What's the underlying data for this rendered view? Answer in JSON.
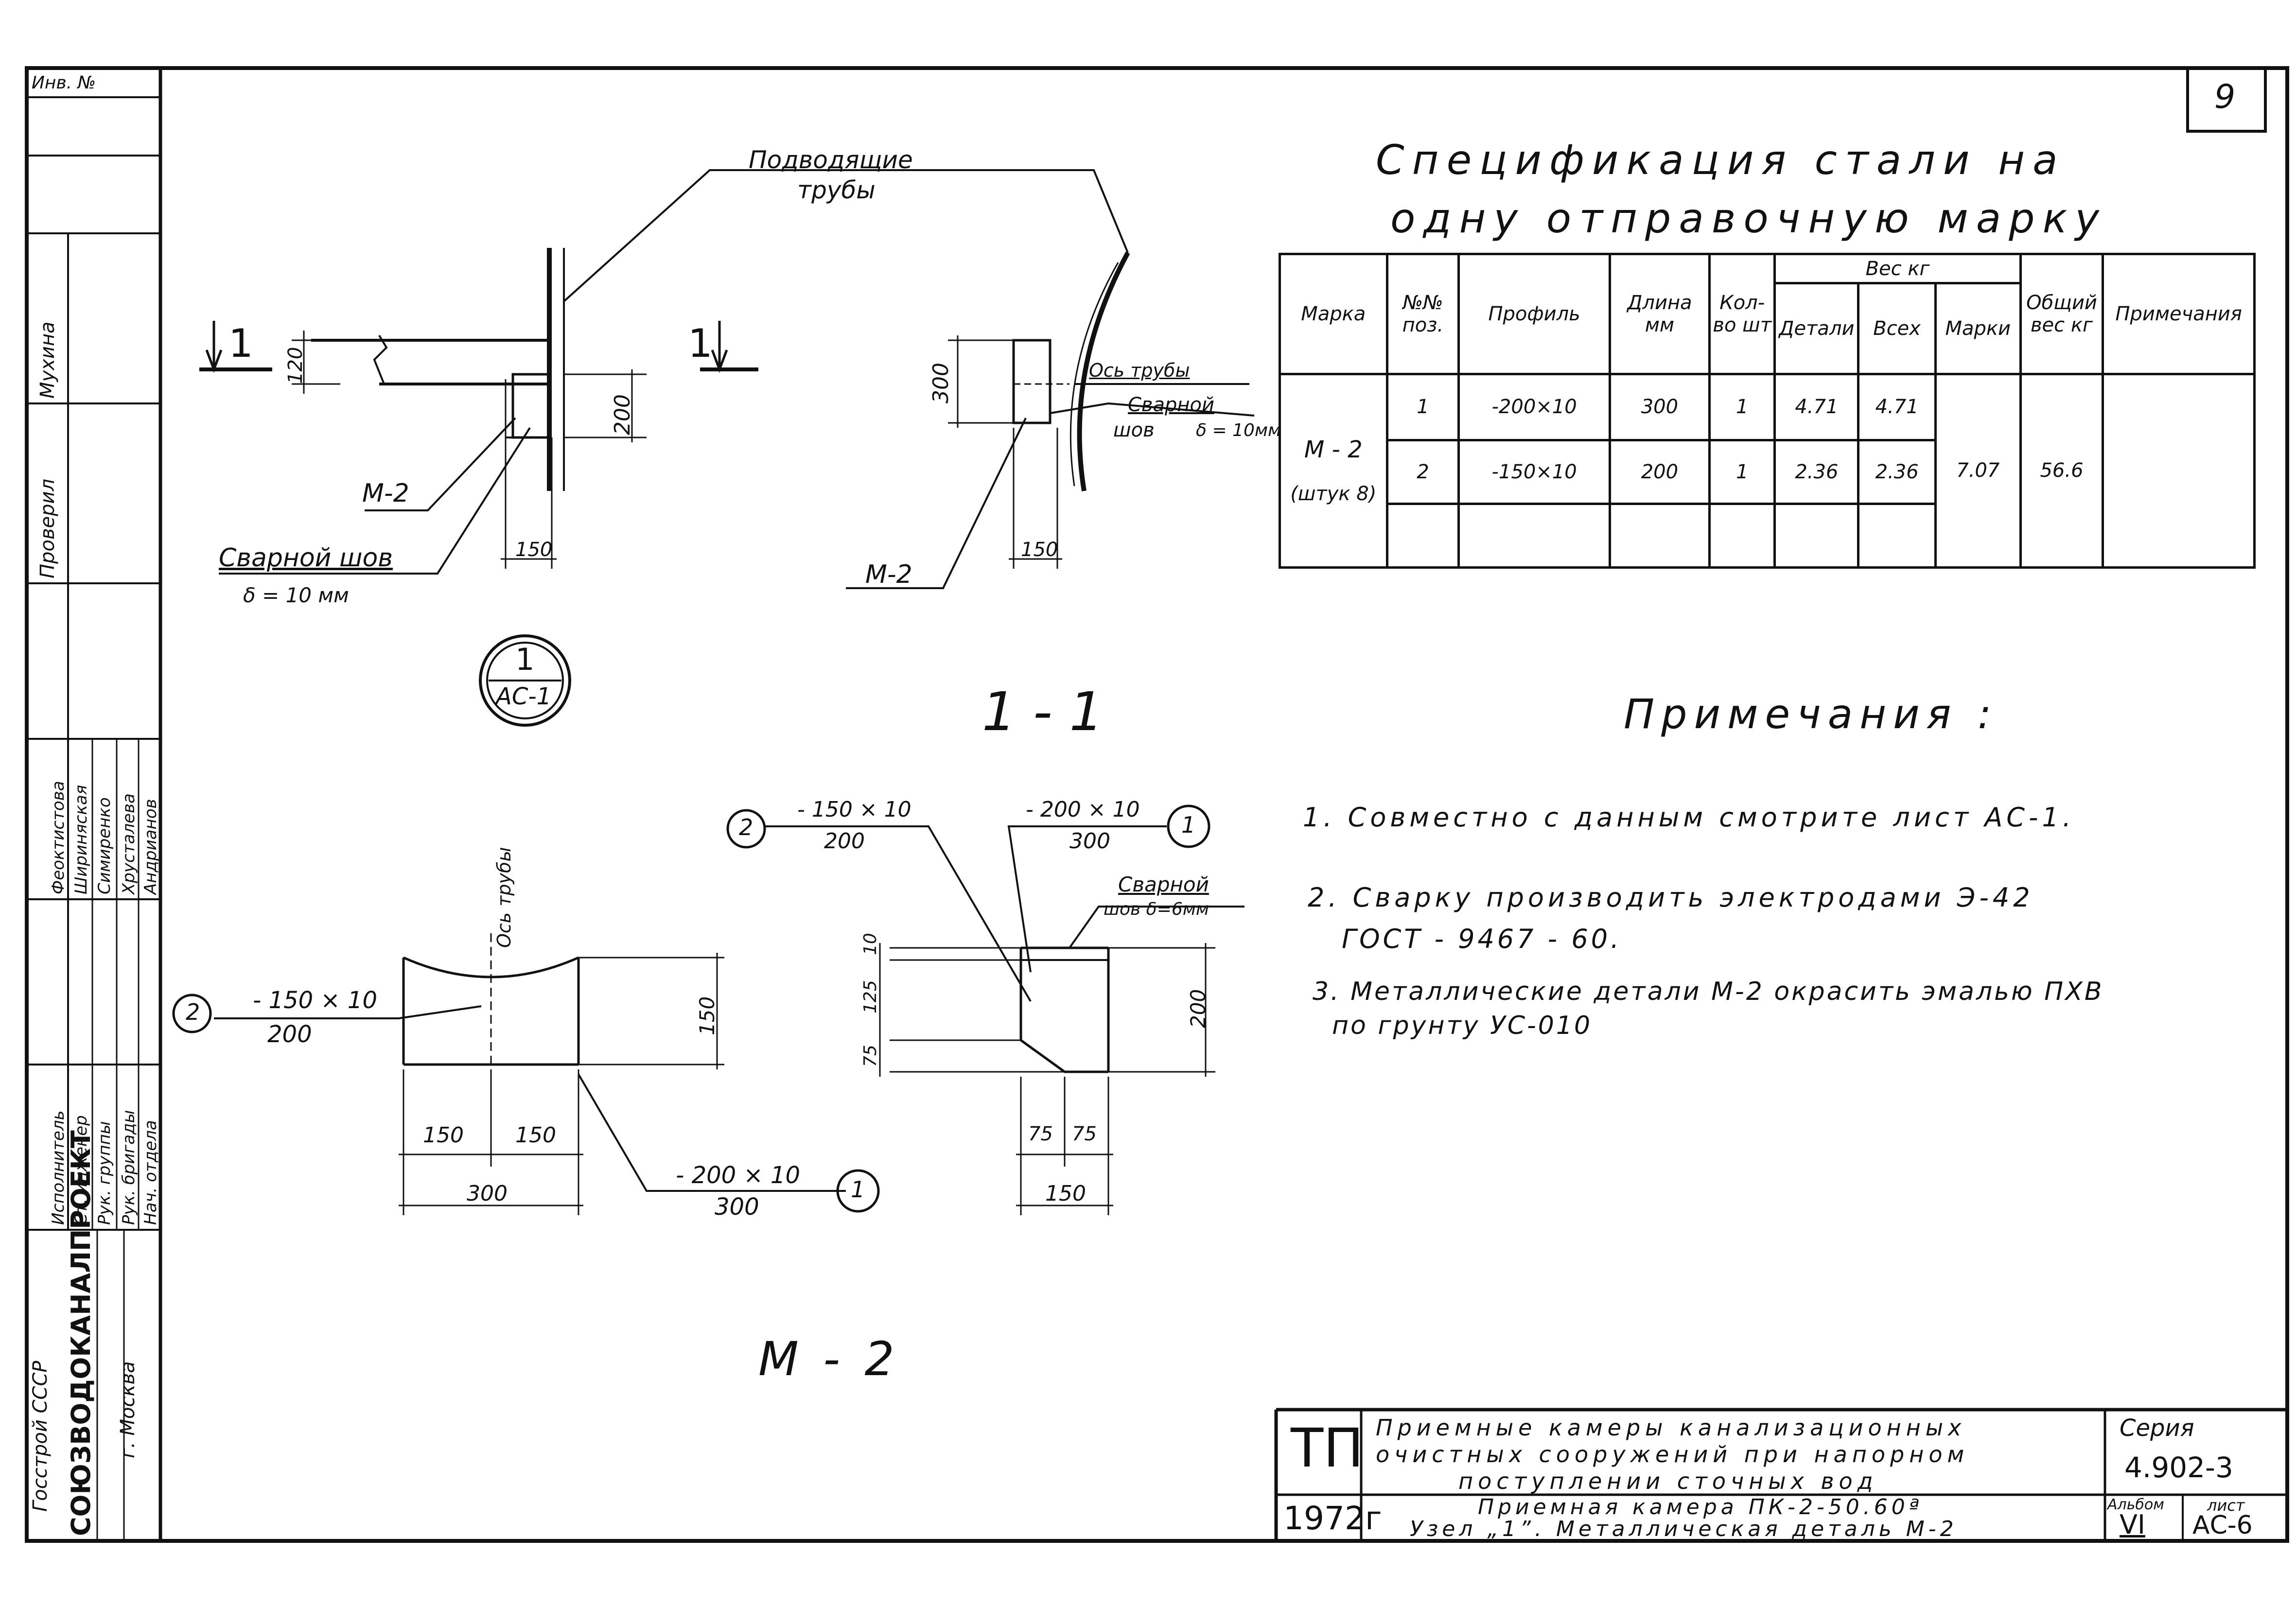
{
  "sheet": {
    "page_number": "9",
    "inv_label": "Инв. №"
  },
  "left_strip": {
    "sign_rows": [
      {
        "role": "Проверил",
        "name": "Мухина"
      },
      {
        "role": "Нач. отдела",
        "name": "Андрианов"
      },
      {
        "role": "Рук. бригады",
        "name": "Хрусталева"
      },
      {
        "role": "Рук. группы",
        "name": "Симиренко"
      },
      {
        "role": "Ст. инженер",
        "name": "Шириняская"
      },
      {
        "role": "Исполнитель",
        "name": "Феоктистова"
      }
    ],
    "org_1": "Госстрой СССР",
    "org_2": "СОЮЗВОДОКАНАЛПРОЕКТ",
    "org_3": "г. Москва"
  },
  "drawing_left": {
    "label_pipes_1": "Подводящие",
    "label_pipes_2": "трубы",
    "dim_120": "120",
    "dim_200": "200",
    "dim_150": "150",
    "label_m2": "М-2",
    "label_weld": "Сварной шов",
    "label_weld_thick": "δ = 10 мм",
    "section_mark": "1",
    "callout_top": "1",
    "callout_bottom": "АС-1"
  },
  "drawing_right_section": {
    "dim_300": "300",
    "dim_150": "150",
    "label_axis": "Ось трубы",
    "label_weld_1": "Сварной",
    "label_weld_2": "шов",
    "label_weld_thick": "δ = 10мм",
    "label_m2": "М-2",
    "section_title": "1 - 1"
  },
  "spec": {
    "title_line_1": "Спецификация стали на",
    "title_line_2": "одну отправочную марку",
    "headers": {
      "marka": "Марка",
      "pos": "№№ поз.",
      "profile": "Профиль",
      "length": "Длина мм",
      "qty": "Кол-во шт",
      "weight": "Вес кг",
      "w_detail": "Детали",
      "w_all": "Всех",
      "w_mark": "Марки",
      "total": "Общий вес кг",
      "notes": "Примечания"
    },
    "mark_1": "М - 2",
    "mark_2": "(штук 8)",
    "rows": [
      {
        "pos": "1",
        "profile": "-200×10",
        "length": "300",
        "qty": "1",
        "w_detail": "4.71",
        "w_all": "4.71"
      },
      {
        "pos": "2",
        "profile": "-150×10",
        "length": "200",
        "qty": "1",
        "w_detail": "2.36",
        "w_all": "2.36"
      }
    ],
    "w_mark": "7.07",
    "total": "56.6"
  },
  "notes": {
    "title": "Примечания :",
    "items": [
      "1. Совместно с данным смотрите лист АС-1.",
      "2. Сварку производить электродами Э-42",
      "ГОСТ - 9467 - 60.",
      "3. Металлические детали М-2 окрасить эмалью ПХВ",
      "по грунту УС-010"
    ]
  },
  "drawing_m2": {
    "label_axis": "Ось трубы",
    "callout_2_num": "2",
    "callout_2_top": "- 150 × 10",
    "callout_2_bottom": "200",
    "callout_1_num": "1",
    "callout_1_top": "- 200 × 10",
    "callout_1_bottom": "300",
    "dim_150a": "150",
    "dim_150b": "150",
    "dim_300": "300",
    "dim_150_right": "150",
    "title": "М - 2"
  },
  "drawing_side": {
    "callout_2_num": "2",
    "callout_2_top": "- 150 × 10",
    "callout_2_bottom": "200",
    "callout_1_num": "1",
    "callout_1_top": "- 200 × 10",
    "callout_1_bottom": "300",
    "label_weld_1": "Сварной",
    "label_weld_2": "шов δ=6мм",
    "dim_10": "10",
    "dim_125": "125",
    "dim_75": "75",
    "dim_200": "200",
    "dim_75a": "75",
    "dim_75b": "75",
    "dim_150": "150"
  },
  "titleblock": {
    "logo": "ТП",
    "year": "1972г",
    "desc_1": "Приемные камеры канализационных",
    "desc_2": "очистных сооружений при напорном",
    "desc_3": "поступлении сточных вод",
    "desc_4": "Приемная камера ПК-2-50.60ª",
    "desc_5": "Узел „1”. Металлическая деталь М-2",
    "series_label": "Серия",
    "series_value": "4.902-3",
    "album_label": "Альбом",
    "album_value": "VI",
    "sheet_label": "лист",
    "sheet_value": "АС-6"
  }
}
